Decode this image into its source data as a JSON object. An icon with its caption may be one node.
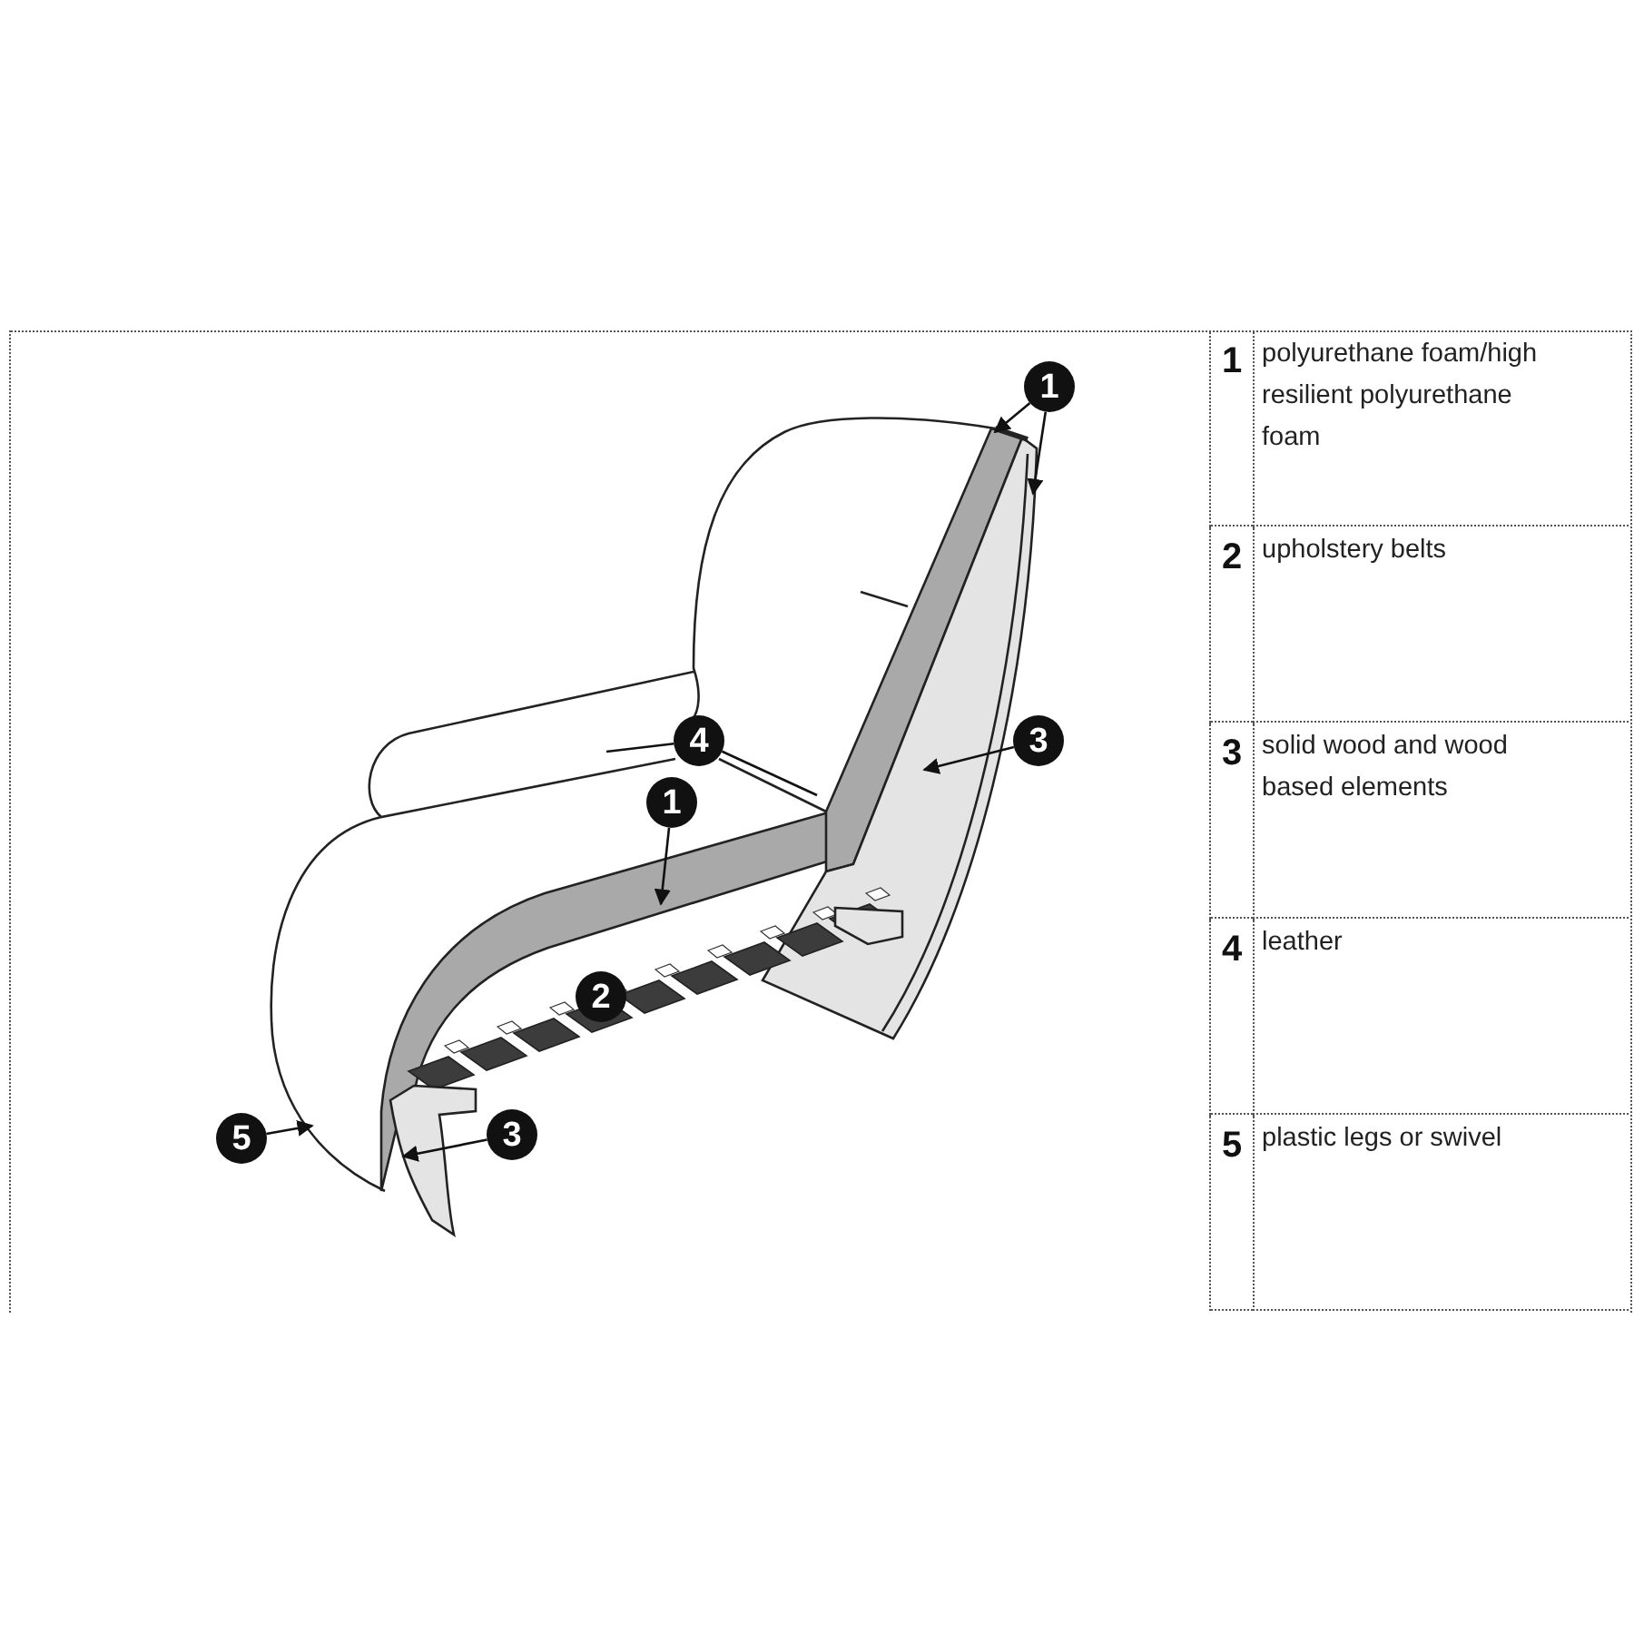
{
  "diagram": {
    "nodes": [
      {
        "text": [
          "1"
        ]
      },
      {
        "text": [
          "4"
        ]
      },
      {
        "text": [
          "3"
        ]
      },
      {
        "text": [
          "1"
        ]
      },
      {
        "text": [
          "2"
        ]
      },
      {
        "text": [
          "5"
        ]
      },
      {
        "text": [
          "3"
        ]
      }
    ],
    "edges": [
      {
        "from": 0,
        "to": null,
        "arrow": "to"
      },
      {
        "from": 0,
        "to": null,
        "arrow": "to"
      },
      {
        "from": 1,
        "to": null,
        "arrow": "none"
      },
      {
        "from": 1,
        "to": null,
        "arrow": "none"
      },
      {
        "from": 2,
        "to": null,
        "arrow": "to"
      },
      {
        "from": 3,
        "to": null,
        "arrow": "to"
      },
      {
        "from": 5,
        "to": null,
        "arrow": "to"
      },
      {
        "from": 6,
        "to": null,
        "arrow": "to"
      }
    ],
    "labels": [
      "1",
      "polyurethane foam/high resilient polyurethane foam",
      "2",
      "upholstery belts",
      "3",
      "solid wood and wood based elements",
      "4",
      "leather",
      "5",
      "plastic legs or swivel"
    ]
  }
}
